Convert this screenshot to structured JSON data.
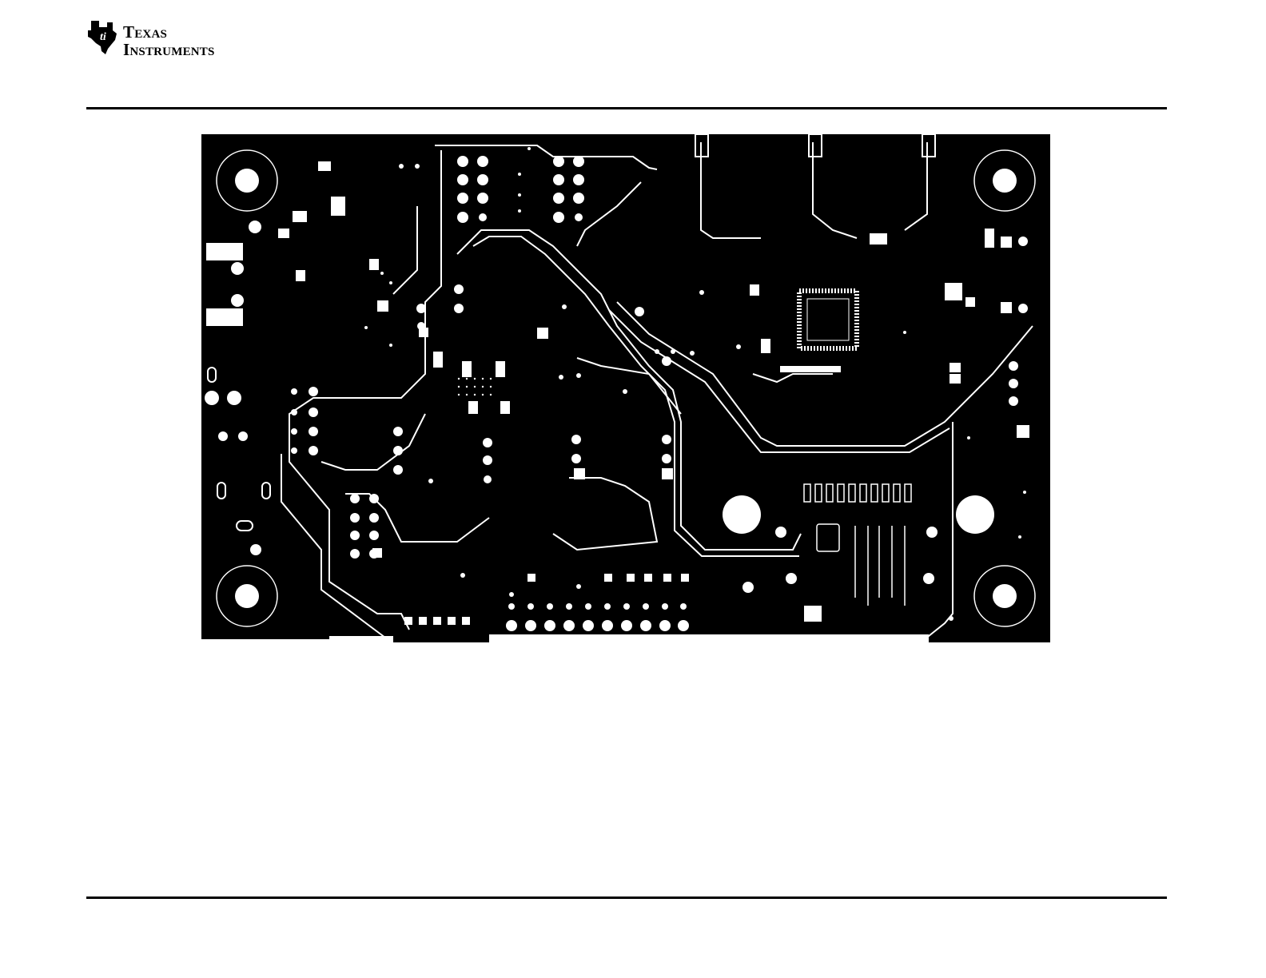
{
  "header": {
    "logo": {
      "line1": "Texas",
      "line2": "Instruments",
      "icon": "texas-state-ti-logo-icon"
    }
  },
  "figure": {
    "type": "pcb-layer-artwork",
    "colors": {
      "copper": "#000000",
      "clearance": "#ffffff"
    }
  }
}
